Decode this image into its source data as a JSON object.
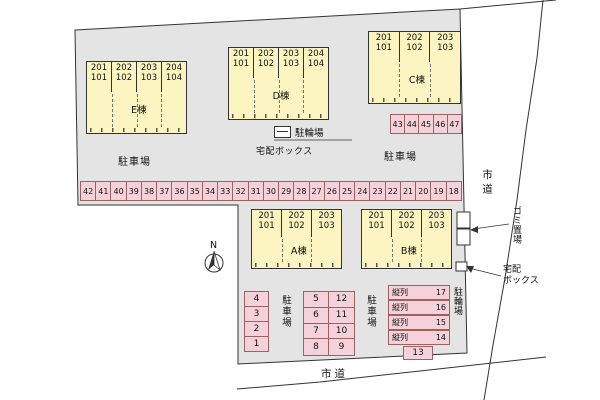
{
  "buildings": {
    "e": {
      "name": "E棟",
      "units": [
        {
          "u": "201",
          "l": "101"
        },
        {
          "u": "202",
          "l": "102"
        },
        {
          "u": "203",
          "l": "103"
        },
        {
          "u": "204",
          "l": "104"
        }
      ]
    },
    "d": {
      "name": "D棟",
      "units": [
        {
          "u": "201",
          "l": "101"
        },
        {
          "u": "202",
          "l": "102"
        },
        {
          "u": "203",
          "l": "103"
        },
        {
          "u": "204",
          "l": "104"
        }
      ]
    },
    "c": {
      "name": "C棟",
      "units": [
        {
          "u": "201",
          "l": "101"
        },
        {
          "u": "202",
          "l": "102"
        },
        {
          "u": "203",
          "l": "103"
        }
      ]
    },
    "a": {
      "name": "A棟",
      "units": [
        {
          "u": "201",
          "l": "101"
        },
        {
          "u": "202",
          "l": "102"
        },
        {
          "u": "203",
          "l": "103"
        }
      ]
    },
    "b": {
      "name": "B棟",
      "units": [
        {
          "u": "201",
          "l": "101"
        },
        {
          "u": "202",
          "l": "102"
        },
        {
          "u": "203",
          "l": "103"
        }
      ]
    }
  },
  "parking": {
    "label": "駐車場",
    "top_right_row": [
      "43",
      "44",
      "45",
      "46",
      "47"
    ],
    "long_row": [
      "42",
      "41",
      "40",
      "39",
      "38",
      "37",
      "36",
      "35",
      "34",
      "33",
      "32",
      "31",
      "30",
      "29",
      "28",
      "27",
      "26",
      "25",
      "24",
      "23",
      "22",
      "21",
      "20",
      "19",
      "18"
    ],
    "left_column": [
      "4",
      "3",
      "2",
      "1"
    ],
    "middle_grid": [
      "5",
      "12",
      "6",
      "11",
      "7",
      "10",
      "8",
      "9"
    ],
    "tandem_label": "縦列",
    "tandem_numbers": [
      "17",
      "16",
      "15",
      "14"
    ],
    "space_13": "13"
  },
  "labels": {
    "bicycle_parking": "駐輪場",
    "delivery_box": "宅配ボックス",
    "delivery_box_line1": "宅配",
    "delivery_box_line2": "ボックス",
    "garbage_area": "ゴミ置場",
    "city_road": "市道",
    "compass_north": "N"
  }
}
